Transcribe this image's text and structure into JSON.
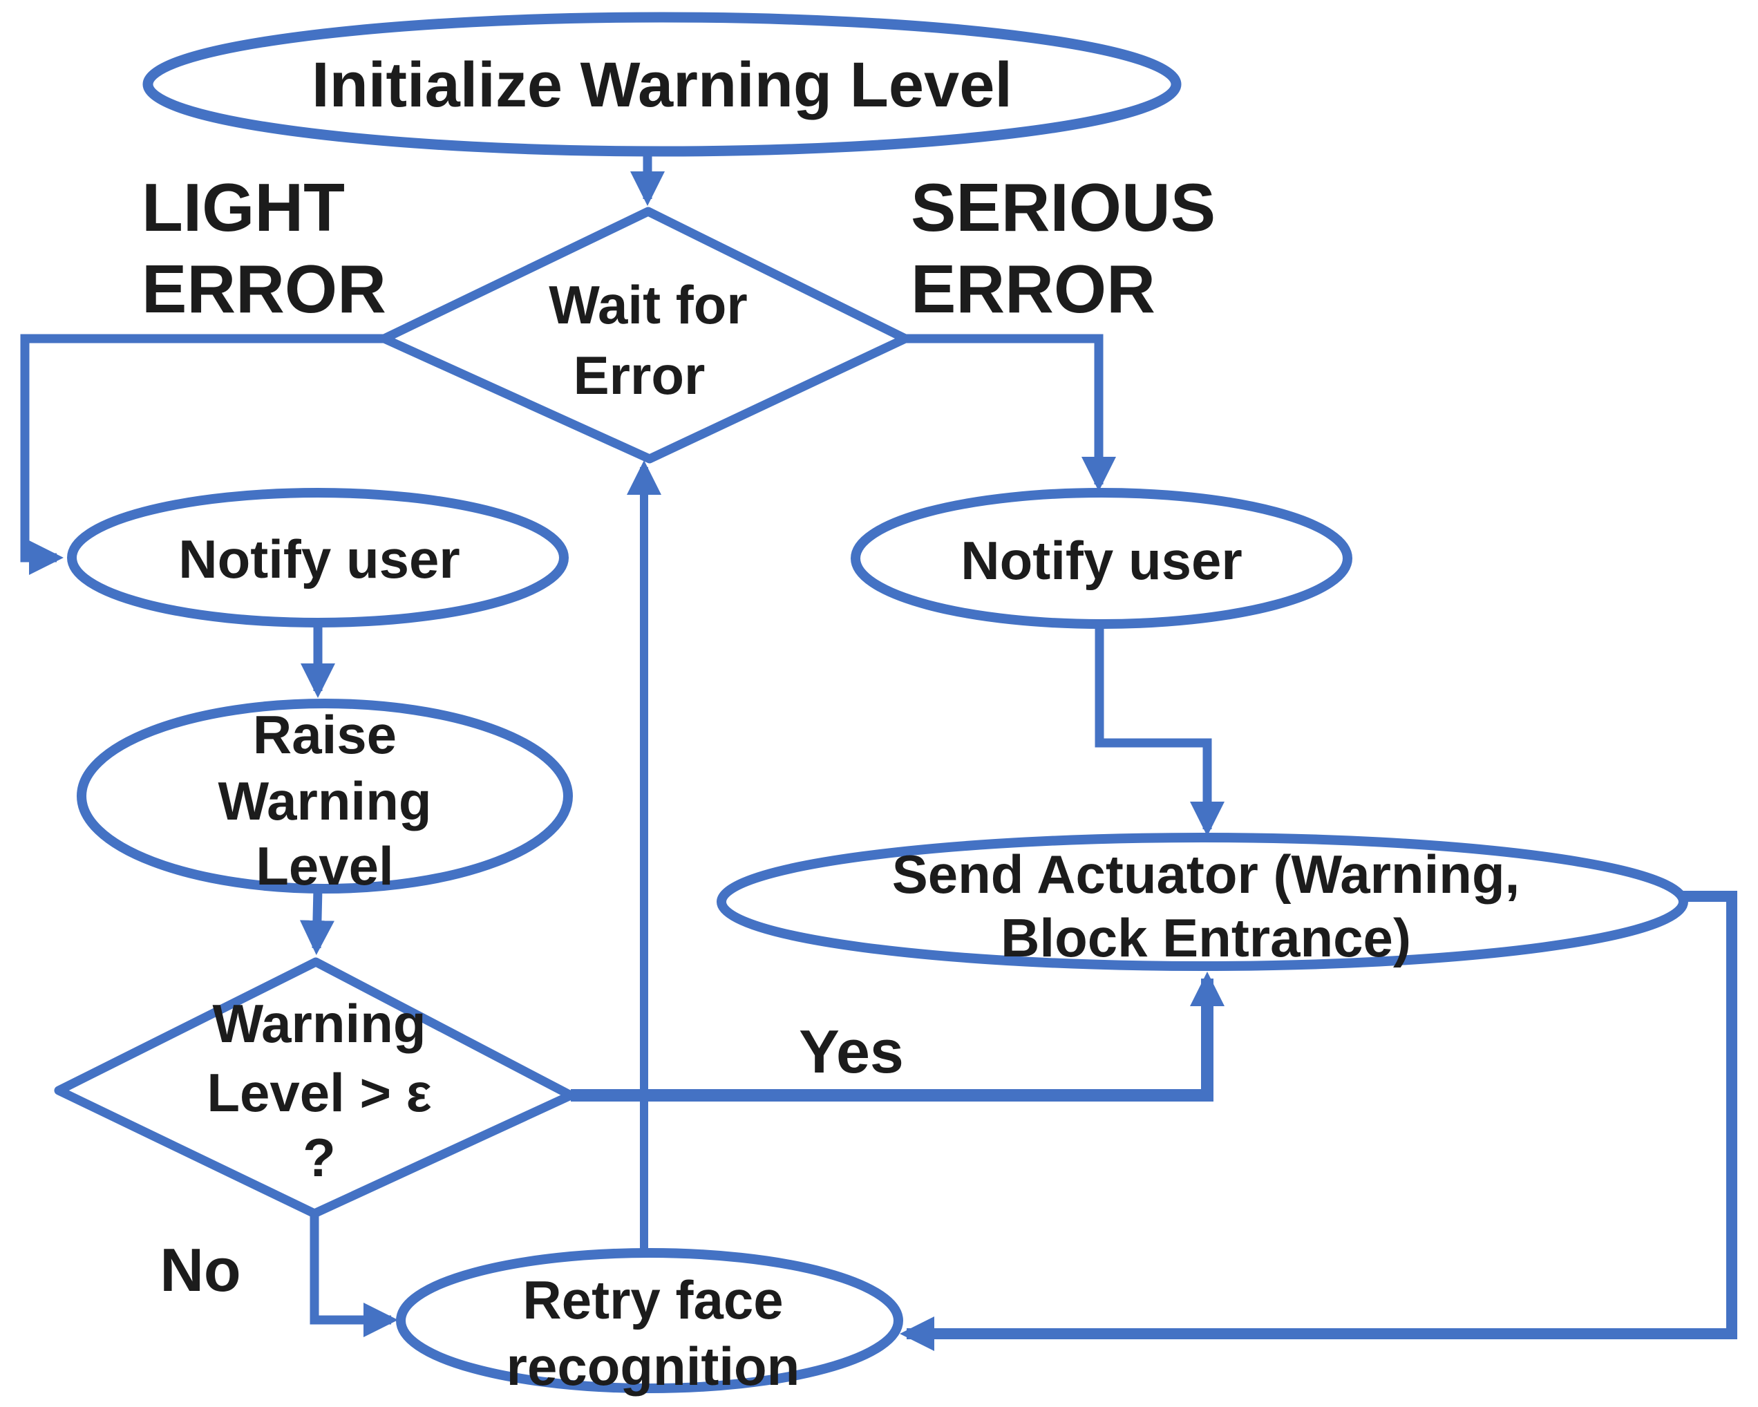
{
  "diagram_title": "Warning level error-handling flowchart",
  "colors": {
    "accent": "#4472C4",
    "text": "#1c1c1c",
    "background": "#ffffff"
  },
  "nodes": {
    "init": {
      "type": "ellipse",
      "label": "Initialize Warning Level"
    },
    "wait": {
      "type": "diamond",
      "line1": "Wait for",
      "line2": "Error"
    },
    "notify_left": {
      "type": "ellipse",
      "label": "Notify user"
    },
    "notify_right": {
      "type": "ellipse",
      "label": "Notify user"
    },
    "raise": {
      "type": "ellipse",
      "line1": "Raise",
      "line2": "Warning",
      "line3": "Level"
    },
    "warn_check": {
      "type": "diamond",
      "line1": "Warning",
      "line2": "Level > ε",
      "line3": "?"
    },
    "actuator": {
      "type": "ellipse",
      "line1": "Send Actuator (Warning,",
      "line2": "Block Entrance)"
    },
    "retry": {
      "type": "ellipse",
      "line1": "Retry face",
      "line2": "recognition"
    }
  },
  "labels": {
    "light_error": {
      "line1": "LIGHT",
      "line2": "ERROR"
    },
    "serious_error": {
      "line1": "SERIOUS",
      "line2": "ERROR"
    },
    "yes": "Yes",
    "no": "No"
  },
  "edges": [
    {
      "from": "init",
      "to": "wait"
    },
    {
      "from": "wait",
      "to": "notify_left",
      "label": "LIGHT ERROR"
    },
    {
      "from": "wait",
      "to": "notify_right",
      "label": "SERIOUS ERROR"
    },
    {
      "from": "notify_left",
      "to": "raise"
    },
    {
      "from": "raise",
      "to": "warn_check"
    },
    {
      "from": "warn_check",
      "to": "actuator",
      "label": "Yes"
    },
    {
      "from": "warn_check",
      "to": "retry",
      "label": "No"
    },
    {
      "from": "notify_right",
      "to": "actuator"
    },
    {
      "from": "actuator",
      "to": "retry"
    },
    {
      "from": "retry",
      "to": "wait"
    }
  ]
}
